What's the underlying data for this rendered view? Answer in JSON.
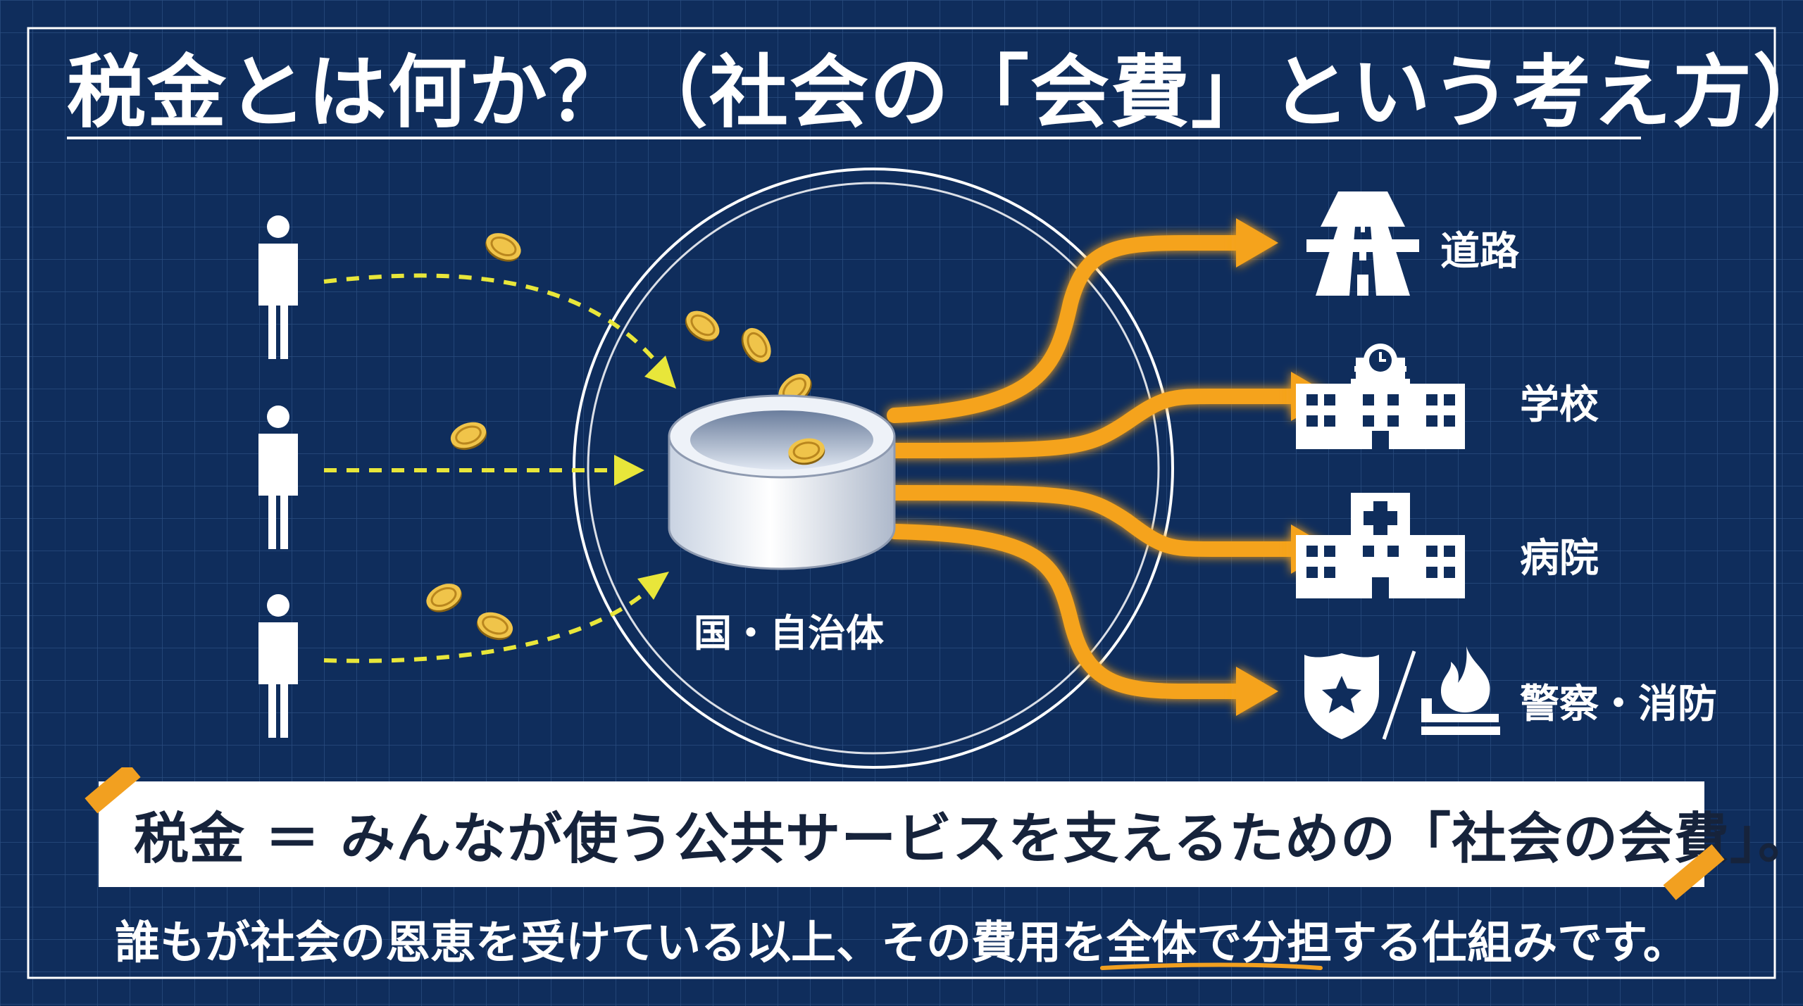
{
  "title": "税金とは何か？（社会の「会費」という考え方）",
  "center_label": "国・自治体",
  "services": [
    {
      "label": "道路",
      "icon": "road-icon"
    },
    {
      "label": "学校",
      "icon": "school-icon"
    },
    {
      "label": "病院",
      "icon": "hospital-icon"
    },
    {
      "label": "警察・消防",
      "icon": "police-fire-icon"
    }
  ],
  "main_statement": "税金 ＝ みんなが使う公共サービスを支えるための「社会の会費」。",
  "sub_statement": "誰もが社会の恩恵を受けている以上、その費用を全体で分担する仕組みです。",
  "colors": {
    "background": "#0f2d5c",
    "grid": "#2a4d80",
    "arrow_dash": "#e8e63a",
    "flow": "#f5a31a",
    "underline": "#f2a020",
    "coin": "#e0b23a"
  }
}
